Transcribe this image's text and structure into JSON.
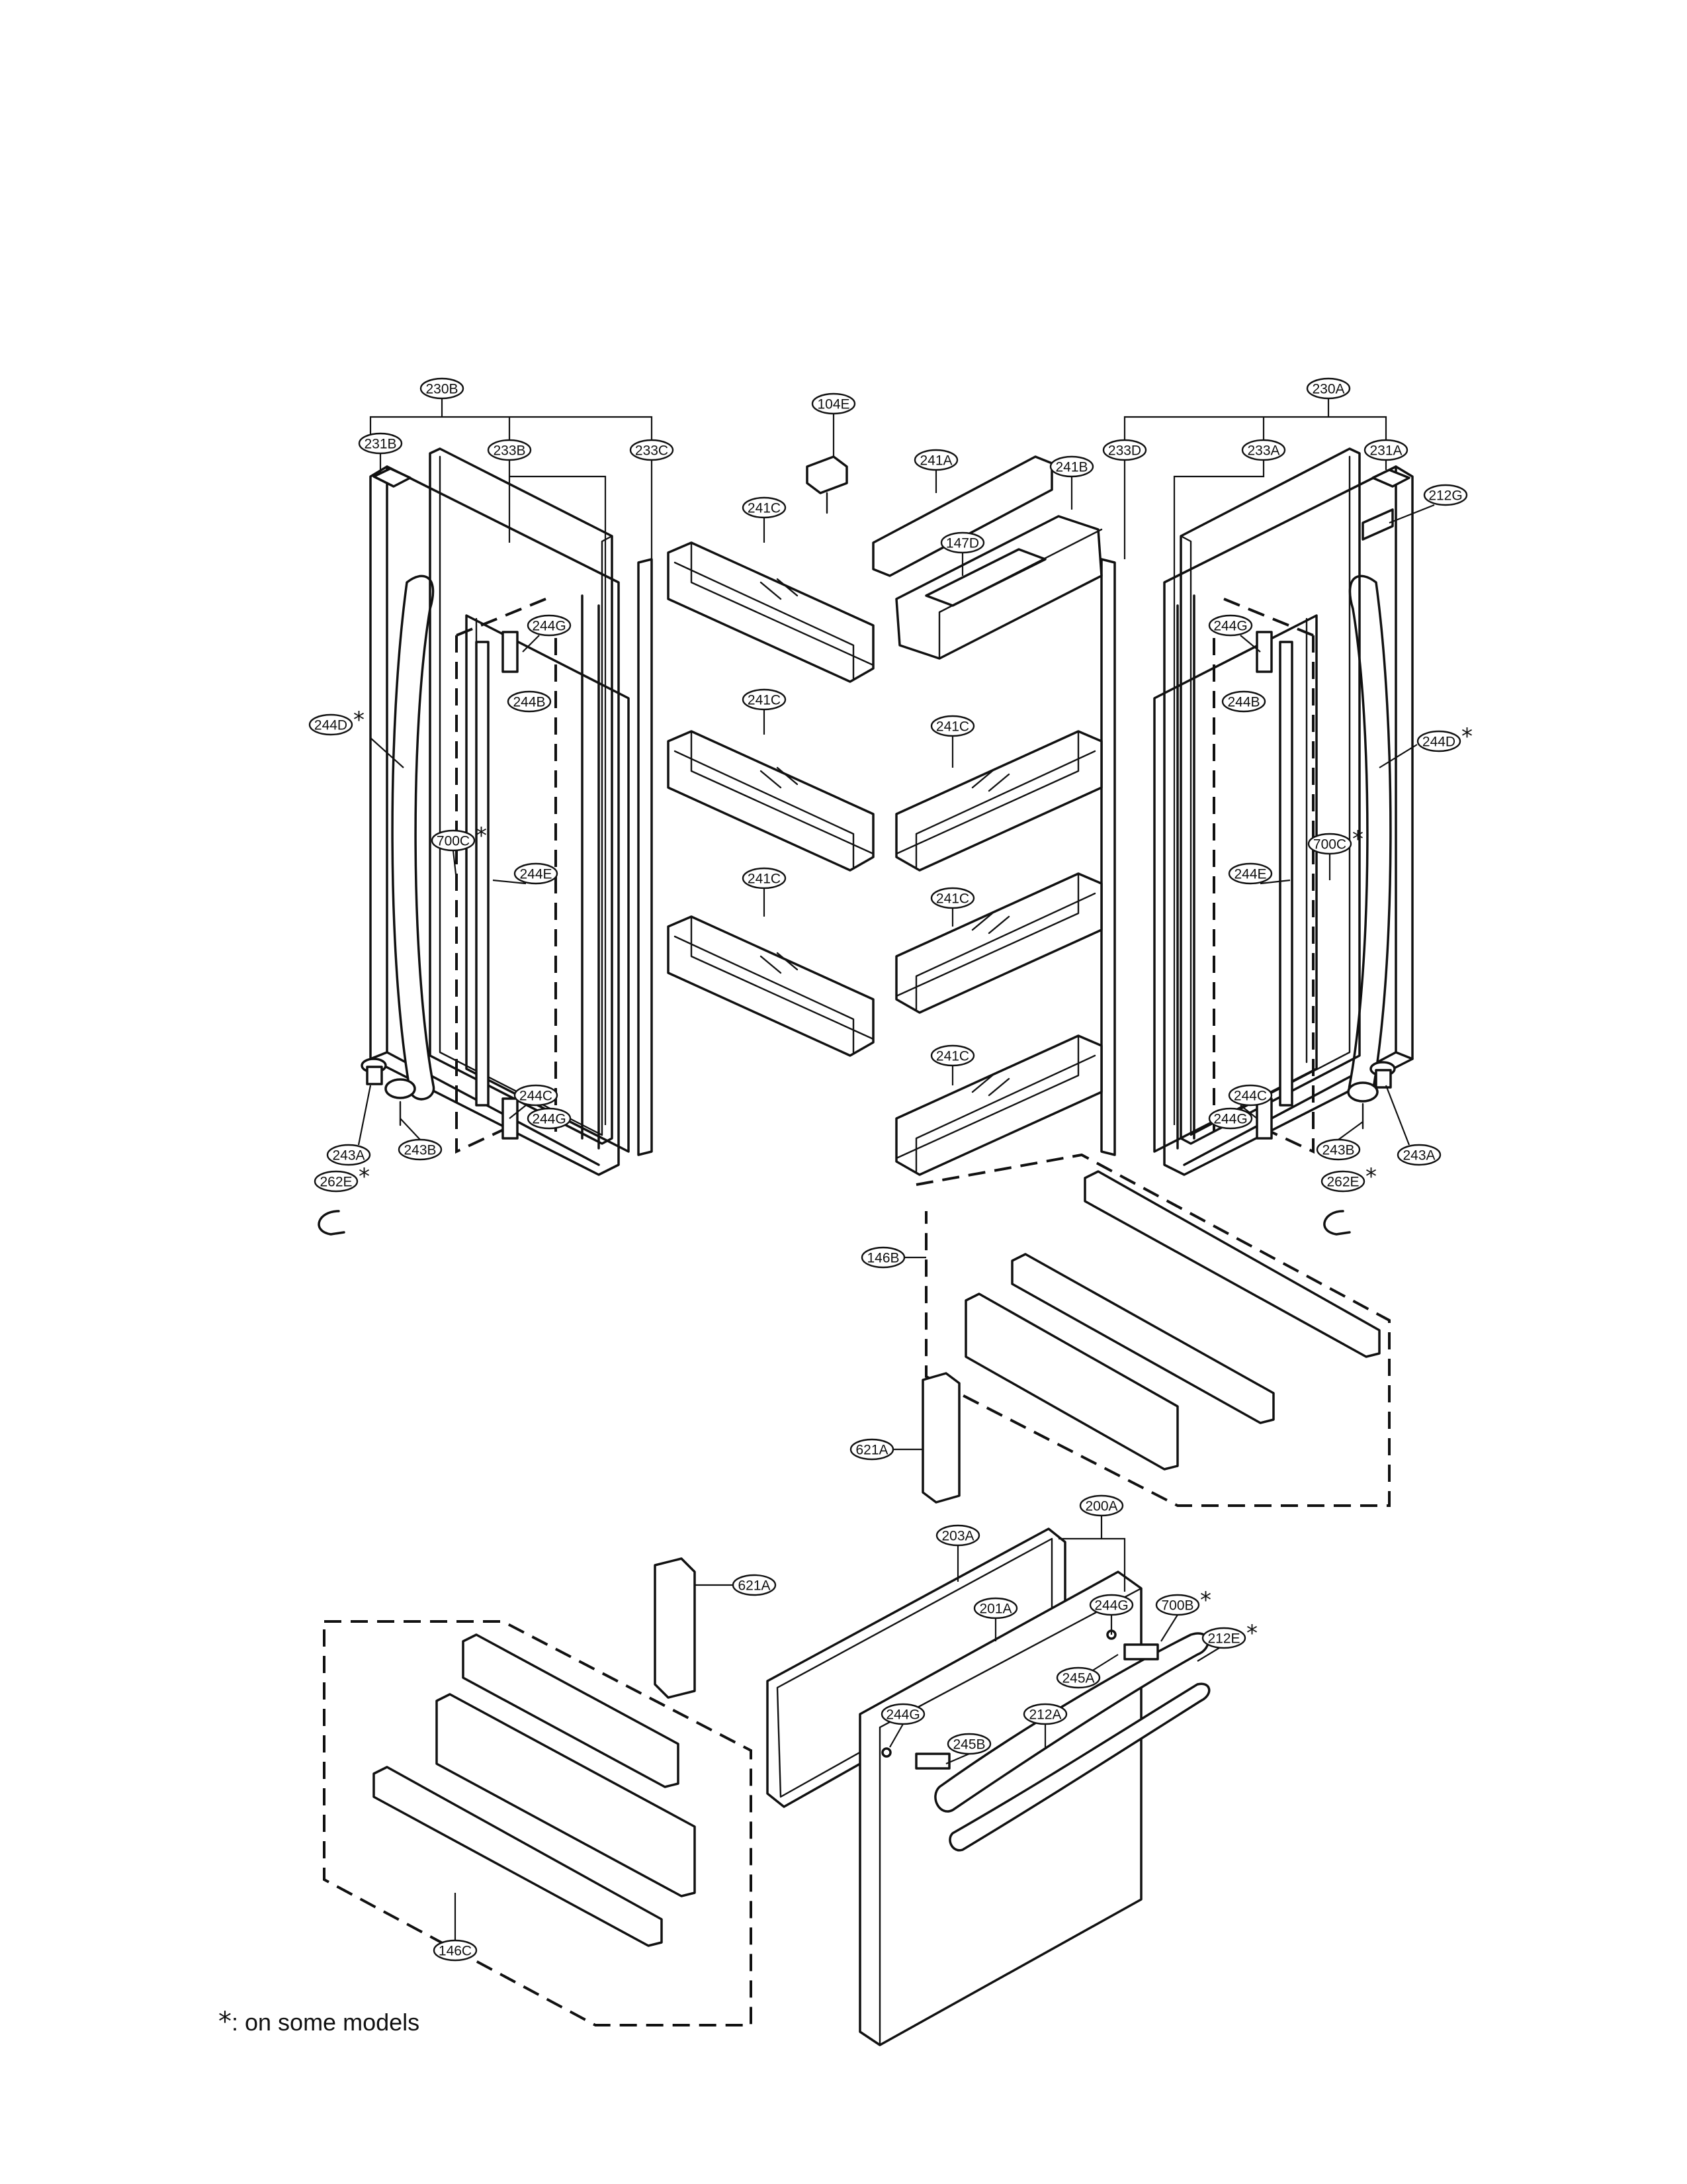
{
  "callouts": [
    {
      "id": "230B",
      "label": "230B"
    },
    {
      "id": "231B",
      "label": "231B"
    },
    {
      "id": "233B",
      "label": "233B"
    },
    {
      "id": "233C",
      "label": "233C"
    },
    {
      "id": "104E",
      "label": "104E"
    },
    {
      "id": "241A",
      "label": "241A"
    },
    {
      "id": "241B",
      "label": "241B"
    },
    {
      "id": "147D",
      "label": "147D"
    },
    {
      "id": "241C",
      "label": "241C"
    },
    {
      "id": "233D",
      "label": "233D"
    },
    {
      "id": "230A",
      "label": "230A"
    },
    {
      "id": "233A",
      "label": "233A"
    },
    {
      "id": "231A",
      "label": "231A"
    },
    {
      "id": "212G",
      "label": "212G"
    },
    {
      "id": "244G",
      "label": "244G"
    },
    {
      "id": "244B",
      "label": "244B"
    },
    {
      "id": "244D",
      "label": "244D"
    },
    {
      "id": "700C",
      "label": "700C"
    },
    {
      "id": "244E",
      "label": "244E"
    },
    {
      "id": "244C",
      "label": "244C"
    },
    {
      "id": "243A",
      "label": "243A"
    },
    {
      "id": "243B",
      "label": "243B"
    },
    {
      "id": "262E",
      "label": "262E"
    },
    {
      "id": "146B",
      "label": "146B"
    },
    {
      "id": "621A",
      "label": "621A"
    },
    {
      "id": "200A",
      "label": "200A"
    },
    {
      "id": "203A",
      "label": "203A"
    },
    {
      "id": "201A",
      "label": "201A"
    },
    {
      "id": "700B",
      "label": "700B"
    },
    {
      "id": "212E",
      "label": "212E"
    },
    {
      "id": "245A",
      "label": "245A"
    },
    {
      "id": "212A",
      "label": "212A"
    },
    {
      "id": "245B",
      "label": "245B"
    },
    {
      "id": "146C",
      "label": "146C"
    }
  ],
  "placements": [
    {
      "ref": "230B",
      "star": false
    },
    {
      "ref": "231B",
      "star": false
    },
    {
      "ref": "233B",
      "star": false
    },
    {
      "ref": "233C",
      "star": false
    },
    {
      "ref": "104E",
      "star": false
    },
    {
      "ref": "241A",
      "star": false
    },
    {
      "ref": "241B",
      "star": false
    },
    {
      "ref": "147D",
      "star": false
    },
    {
      "ref": "241C",
      "star": false
    },
    {
      "ref": "241C",
      "star": false
    },
    {
      "ref": "241C",
      "star": false
    },
    {
      "ref": "241C",
      "star": false
    },
    {
      "ref": "241C",
      "star": false
    },
    {
      "ref": "241C",
      "star": false
    },
    {
      "ref": "233D",
      "star": false
    },
    {
      "ref": "230A",
      "star": false
    },
    {
      "ref": "233A",
      "star": false
    },
    {
      "ref": "231A",
      "star": false
    },
    {
      "ref": "212G",
      "star": false
    },
    {
      "ref": "244G",
      "star": false
    },
    {
      "ref": "244B",
      "star": false
    },
    {
      "ref": "244D",
      "star": true
    },
    {
      "ref": "700C",
      "star": true
    },
    {
      "ref": "244E",
      "star": false
    },
    {
      "ref": "244C",
      "star": false
    },
    {
      "ref": "244G",
      "star": false
    },
    {
      "ref": "243A",
      "star": false
    },
    {
      "ref": "243B",
      "star": false
    },
    {
      "ref": "262E",
      "star": true
    },
    {
      "ref": "244G",
      "star": false
    },
    {
      "ref": "244B",
      "star": false
    },
    {
      "ref": "244D",
      "star": true
    },
    {
      "ref": "700C",
      "star": true
    },
    {
      "ref": "244E",
      "star": false
    },
    {
      "ref": "244C",
      "star": false
    },
    {
      "ref": "244G",
      "star": false
    },
    {
      "ref": "243A",
      "star": false
    },
    {
      "ref": "243B",
      "star": false
    },
    {
      "ref": "262E",
      "star": true
    },
    {
      "ref": "146B",
      "star": false
    },
    {
      "ref": "621A",
      "star": false
    },
    {
      "ref": "200A",
      "star": false
    },
    {
      "ref": "203A",
      "star": false
    },
    {
      "ref": "621A",
      "star": false
    },
    {
      "ref": "201A",
      "star": false
    },
    {
      "ref": "244G",
      "star": false
    },
    {
      "ref": "700B",
      "star": true
    },
    {
      "ref": "212E",
      "star": true
    },
    {
      "ref": "245A",
      "star": false
    },
    {
      "ref": "212A",
      "star": false
    },
    {
      "ref": "244G",
      "star": false
    },
    {
      "ref": "245B",
      "star": false
    },
    {
      "ref": "146C",
      "star": false
    }
  ],
  "star_symbol": "*",
  "footnote": {
    "symbol": "*",
    "text": ": on some models"
  }
}
